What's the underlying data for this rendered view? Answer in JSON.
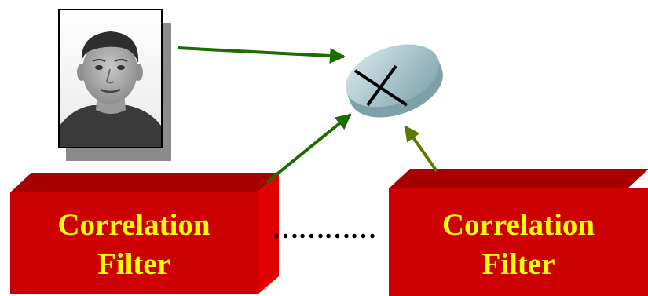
{
  "filters": [
    {
      "line1": "Correlation",
      "line2": "Filter"
    },
    {
      "line1": "Correlation",
      "line2": "Filter"
    }
  ],
  "ellipsis": "…………",
  "photo": {
    "icon": "face-photo"
  },
  "multiplier": {
    "icon": "multiply-cylinder-icon"
  },
  "colors": {
    "box_front": "#cc0000",
    "box_top": "#a80000",
    "box_side": "#e00000",
    "label": "#ffff00",
    "arrow_dark_green": "#1a6e00",
    "arrow_olive": "#5a7a00",
    "cylinder": "#a9c6cc"
  }
}
